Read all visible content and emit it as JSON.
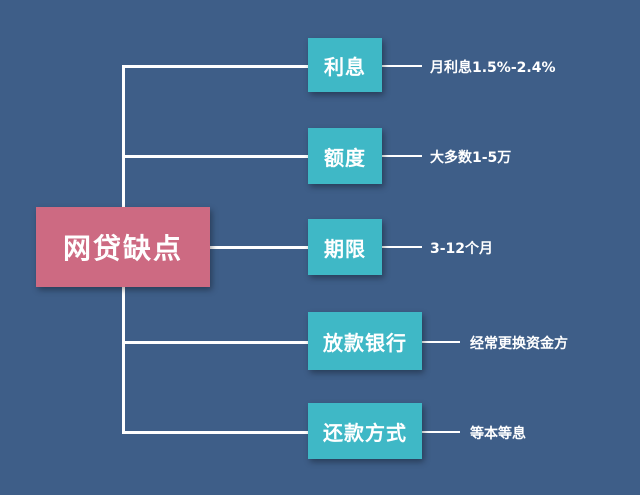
{
  "root": {
    "label": "网贷缺点"
  },
  "branches": [
    {
      "label": "利息",
      "desc": "月利息1.5%-2.4%"
    },
    {
      "label": "额度",
      "desc": "大多数1-5万"
    },
    {
      "label": "期限",
      "desc": "3-12个月"
    },
    {
      "label": "放款银行",
      "desc": "经常更换资金方"
    },
    {
      "label": "还款方式",
      "desc": "等本等息"
    }
  ],
  "colors": {
    "background": "#3e5e88",
    "root": "#cd6a82",
    "branch": "#3fb8c6",
    "line": "#ffffff"
  }
}
